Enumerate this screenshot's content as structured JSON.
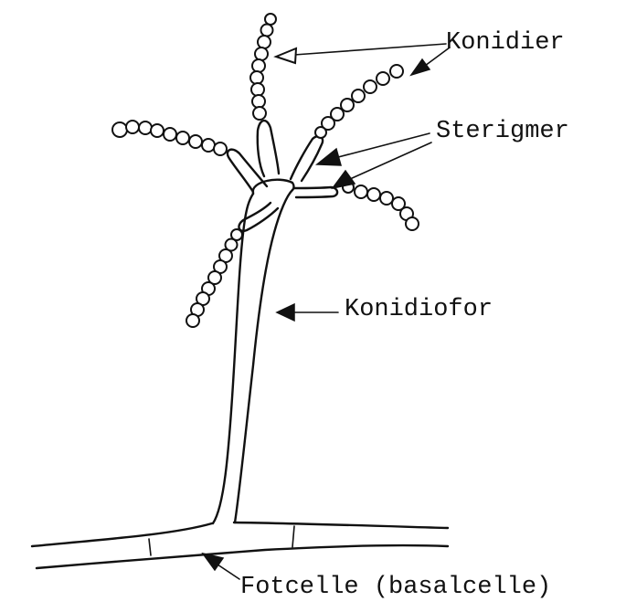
{
  "labels": {
    "konidier": "Konidier",
    "sterigmer": "Sterigmer",
    "konidiofor": "Konidiofor",
    "fotcelle": "Fotcelle (basalcelle)"
  }
}
